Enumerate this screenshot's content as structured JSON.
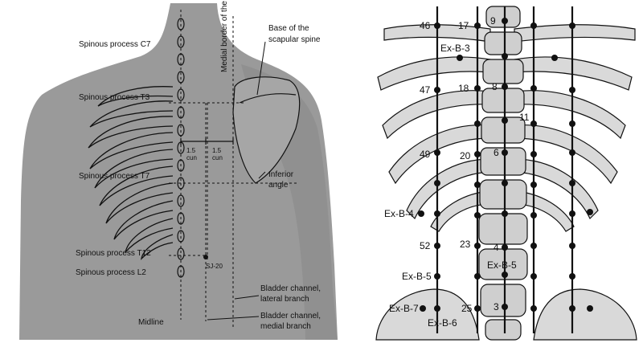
{
  "left_panel": {
    "labels": {
      "c7": "Spinous process C7",
      "t3": "Spinous process T3",
      "t7": "Spinous process T7",
      "t12": "Spinous process T12",
      "l2": "Spinous process L2",
      "medial_border": "Medial border of the scapula",
      "spine_base_line1": "Base of the",
      "spine_base_line2": "scapular spine",
      "inferior_line1": "Inferior",
      "inferior_line2": "angle",
      "dist_a_line1": "1.5",
      "dist_a_line2": "cun",
      "dist_b_line1": "1.5",
      "dist_b_line2": "cun",
      "sj_point": "SJ-20",
      "bladder_lateral_line1": "Bladder channel,",
      "bladder_lateral_line2": "lateral branch",
      "bladder_medial_line1": "Bladder channel,",
      "bladder_medial_line2": "medial branch",
      "midline": "Midline"
    }
  },
  "right_panel": {
    "points": {
      "p46": "46",
      "p17": "17",
      "p9": "9",
      "exb3": "Ex-B-3",
      "p47": "47",
      "p18": "18",
      "p8": "8",
      "p11": "11",
      "p49": "49",
      "p20": "20",
      "p6": "6",
      "exb4": "Ex-B-4",
      "p52": "52",
      "p23": "23",
      "p4": "4",
      "exb5a": "Ex-B-5",
      "exb5b": "Ex-B-5",
      "exb7": "Ex-B-7",
      "p25": "25",
      "p3": "3",
      "exb6": "Ex-B-6"
    }
  },
  "colors": {
    "skin": "#9a9a9a",
    "skin_dark": "#6e6e6e",
    "bone": "#d9d9d9",
    "line": "#111111"
  }
}
